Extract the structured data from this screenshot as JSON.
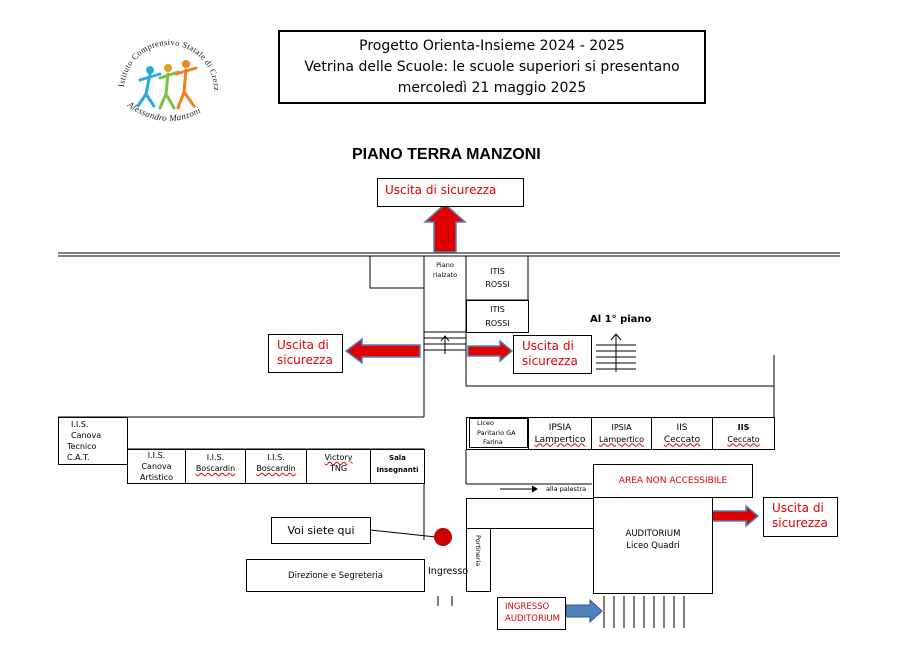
{
  "header": {
    "line1": "Progetto Orienta-Insieme 2024 - 2025",
    "line2": "Vetrina delle Scuole: le scuole superiori si presentano",
    "line3": "mercoledì 21 maggio 2025"
  },
  "logo": {
    "top_text": "Istituto Comprensivo Statale di Crezzo",
    "bottom_text": "Alessandro Manzoni"
  },
  "map": {
    "title": "PIANO TERRA MANZONI",
    "exit_top": "Uscita di sicurezza",
    "exit_left_1": "Uscita di",
    "exit_left_2": "sicurezza",
    "exit_mid_1": "Uscita di",
    "exit_mid_2": "sicurezza",
    "exit_right_1": "Uscita di",
    "exit_right_2": "sicurezza",
    "piano_1": "Piano",
    "piano_2": "rialzato",
    "itis1_1": "ITIS",
    "itis1_2": "ROSSI",
    "itis2_1": "ITIS",
    "itis2_2": "ROSSI",
    "first_floor": "Al 1° piano",
    "canova_cat_1": "I.I.S.",
    "canova_cat_2": "Canova",
    "canova_cat_3": "Tecnico",
    "canova_cat_4": "C.A.T.",
    "canova_art_1": "I.I.S.",
    "canova_art_2": "Canova",
    "canova_art_3": "Artistico",
    "bosc1_1": "I.I.S.",
    "bosc1_2": "Boscardin",
    "bosc2_1": "I.I.S.",
    "bosc2_2": "Boscardin",
    "victory_1": "Victory",
    "victory_2": "TNG",
    "sala_1": "Sala",
    "sala_2": "Insegnanti",
    "liceo_farina_1": "Liceo",
    "liceo_farina_2": "Paritario GA",
    "liceo_farina_3": "Farina",
    "ipsia1_1": "IPSIA",
    "ipsia1_2": "Lampertico",
    "ipsia2_1": "IPSIA",
    "ipsia2_2": "Lampertico",
    "iis_ceccato1_1": "IIS",
    "iis_ceccato1_2": "Ceccato",
    "iis_ceccato2_1": "IIS",
    "iis_ceccato2_2": "Ceccato",
    "palestra": "alla palestra",
    "non_accessibile": "AREA NON ACCESSIBILE",
    "voi_siete_qui": "Voi siete qui",
    "auditorium_1": "AUDITORIUM",
    "auditorium_2": "Liceo Quadri",
    "portineria": "Portineria",
    "direzione": "Direzione e Segreteria",
    "ingresso": "Ingresso",
    "ingresso_aud_1": "INGRESSO",
    "ingresso_aud_2": "AUDITORIUM"
  },
  "colors": {
    "exit_arrow": "#e00000",
    "exit_text": "#e00000",
    "auditorium_arrow": "#4f81bd",
    "here_dot": "#cc0000"
  }
}
